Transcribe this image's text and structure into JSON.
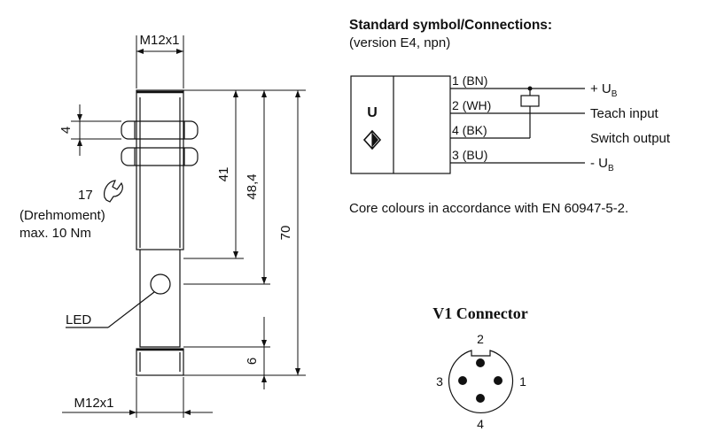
{
  "drawing": {
    "thread_top": "M12x1",
    "thread_bottom": "M12x1",
    "dim_4": "4",
    "dim_41": "41",
    "dim_48_4": "48,4",
    "dim_70": "70",
    "dim_6": "6",
    "wrench_size": "17",
    "torque_line1": "(Drehmoment)",
    "torque_line2": "max. 10 Nm",
    "led_label": "LED"
  },
  "connections": {
    "title": "Standard symbol/Connections:",
    "subtitle": "(version E4, npn)",
    "box_letter": "U",
    "pins": [
      {
        "label": "1 (BN)",
        "desc": "+ U",
        "sub": "B"
      },
      {
        "label": "2 (WH)",
        "desc": "Teach input",
        "sub": ""
      },
      {
        "label": "4 (BK)",
        "desc": "Switch output",
        "sub": ""
      },
      {
        "label": "3 (BU)",
        "desc": "- U",
        "sub": "B"
      }
    ],
    "note": "Core colours in accordance with EN 60947-5-2."
  },
  "connector": {
    "title": "V1 Connector",
    "pin_top": "2",
    "pin_left": "3",
    "pin_right": "1",
    "pin_bottom": "4"
  }
}
